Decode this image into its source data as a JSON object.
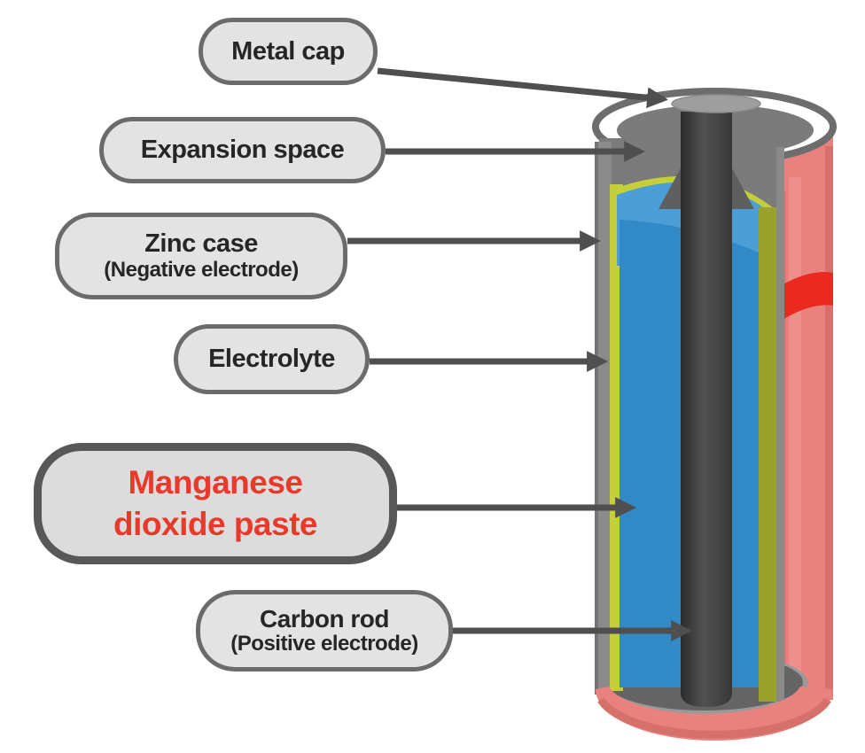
{
  "labels": [
    {
      "id": "metal-cap",
      "lines": [
        "Metal cap"
      ]
    },
    {
      "id": "expansion-space",
      "lines": [
        "Expansion space"
      ]
    },
    {
      "id": "zinc-case",
      "lines": [
        "Zinc case",
        "(Negative electrode)"
      ]
    },
    {
      "id": "electrolyte",
      "lines": [
        "Electrolyte"
      ]
    },
    {
      "id": "manganese-dioxide-paste",
      "lines": [
        "Manganese",
        "dioxide paste"
      ]
    },
    {
      "id": "carbon-rod",
      "lines": [
        "Carbon rod",
        "(Positive electrode)"
      ]
    }
  ],
  "colors": {
    "background": "#ffffff",
    "label_fill": "#e3e3e3",
    "label_border": "#6b6b6b",
    "label_text": "#262626",
    "manganese_text": "#e8392b",
    "manganese_border": "#585858",
    "arrow": "#4f4f4f",
    "casing_red": "#e9827e",
    "casing_red_dark": "#d5706b",
    "casing_red_highlight": "#f19b96",
    "stripe_red": "#ea2a21",
    "zinc_gray": "#8b8b8b",
    "interior_gray": "#7b7b7b",
    "floor_gray": "#646464",
    "floor_rim_gray": "#999999",
    "rim_stroke": "#6d6d6d",
    "ring_white": "#ffffff",
    "electrolyte_yellow": "#c5ce3b",
    "electrolyte_olive": "#98a12c",
    "paste_blue": "#3189c6",
    "paste_blue_light": "#4c9ed6",
    "rod_collar": "#5f5f5f",
    "metal_cap_gray": "#9e9e9e"
  }
}
